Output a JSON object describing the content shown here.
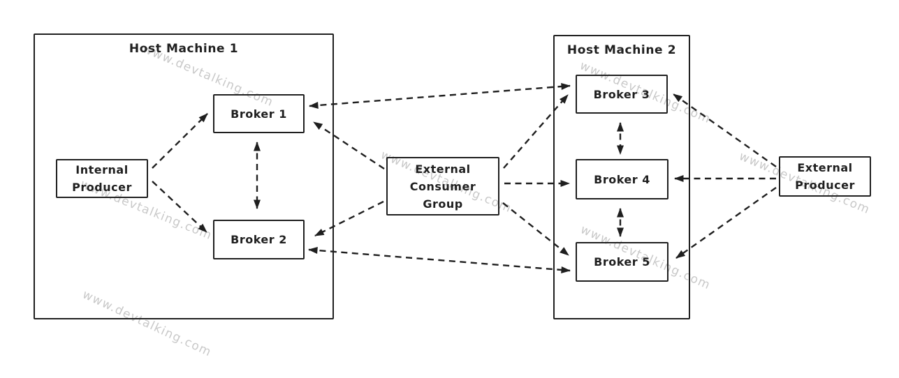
{
  "watermark": {
    "text": "www.devtalking.com",
    "color": "#c9c9c9"
  },
  "colors": {
    "line": "#1f1f1f",
    "background": "#ffffff"
  },
  "hosts": {
    "host1": {
      "label": "Host Machine 1"
    },
    "host2": {
      "label": "Host Machine 2"
    }
  },
  "nodes": {
    "internal_producer": {
      "lines": [
        "Internal",
        "Producer"
      ]
    },
    "broker1": {
      "label": "Broker 1"
    },
    "broker2": {
      "label": "Broker 2"
    },
    "broker3": {
      "label": "Broker 3"
    },
    "broker4": {
      "label": "Broker 4"
    },
    "broker5": {
      "label": "Broker 5"
    },
    "external_consumer_group": {
      "lines": [
        "External",
        "Consumer",
        "Group"
      ]
    },
    "external_producer": {
      "lines": [
        "External",
        "Producer"
      ]
    }
  },
  "connections": [
    {
      "from": "Internal Producer",
      "to": "Broker 1",
      "style": "dashed",
      "bidirectional": false
    },
    {
      "from": "Internal Producer",
      "to": "Broker 2",
      "style": "dashed",
      "bidirectional": false
    },
    {
      "from": "Broker 1",
      "to": "Broker 2",
      "style": "dashed",
      "bidirectional": true
    },
    {
      "from": "Broker 1",
      "to": "Broker 3",
      "style": "dashed",
      "bidirectional": true
    },
    {
      "from": "Broker 2",
      "to": "Broker 5",
      "style": "dashed",
      "bidirectional": true
    },
    {
      "from": "External Consumer Group",
      "to": "Broker 1",
      "style": "dashed",
      "bidirectional": false
    },
    {
      "from": "External Consumer Group",
      "to": "Broker 2",
      "style": "dashed",
      "bidirectional": false
    },
    {
      "from": "External Consumer Group",
      "to": "Broker 3",
      "style": "dashed",
      "bidirectional": false
    },
    {
      "from": "External Consumer Group",
      "to": "Broker 4",
      "style": "dashed",
      "bidirectional": false
    },
    {
      "from": "External Consumer Group",
      "to": "Broker 5",
      "style": "dashed",
      "bidirectional": false
    },
    {
      "from": "Broker 3",
      "to": "Broker 4",
      "style": "dashed",
      "bidirectional": true
    },
    {
      "from": "Broker 4",
      "to": "Broker 5",
      "style": "dashed",
      "bidirectional": true
    },
    {
      "from": "External Producer",
      "to": "Broker 3",
      "style": "dashed",
      "bidirectional": false
    },
    {
      "from": "External Producer",
      "to": "Broker 4",
      "style": "dashed",
      "bidirectional": false
    },
    {
      "from": "External Producer",
      "to": "Broker 5",
      "style": "dashed",
      "bidirectional": false
    }
  ]
}
